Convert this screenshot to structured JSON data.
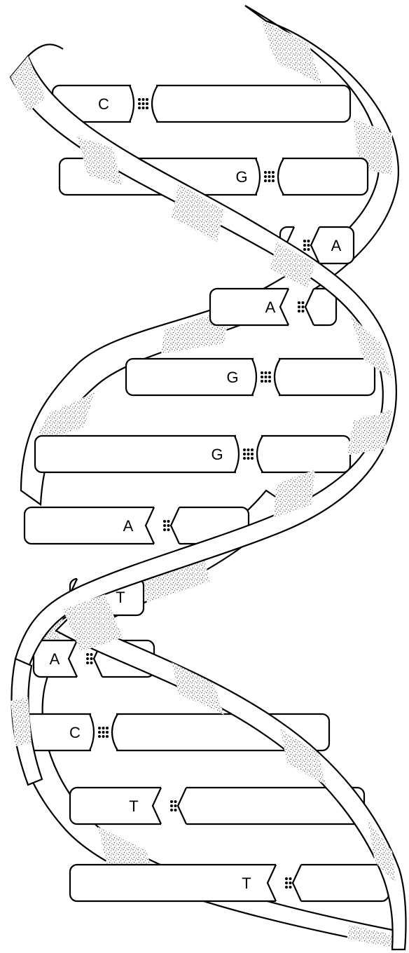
{
  "diagram": {
    "ink_color": "#000000",
    "paper_color": "#ffffff",
    "stipple_color": "#6a6a6a",
    "pairs": [
      {
        "left": "C",
        "right": "",
        "bond": "triple"
      },
      {
        "left": "G",
        "right": "",
        "bond": "triple"
      },
      {
        "left": "",
        "right": "A",
        "bond": "double"
      },
      {
        "left": "A",
        "right": "",
        "bond": "double"
      },
      {
        "left": "G",
        "right": "",
        "bond": "triple"
      },
      {
        "left": "G",
        "right": "",
        "bond": "triple"
      },
      {
        "left": "A",
        "right": "",
        "bond": "double"
      },
      {
        "left": "",
        "right": "T",
        "bond": "double"
      },
      {
        "left": "A",
        "right": "",
        "bond": "double"
      },
      {
        "left": "C",
        "right": "",
        "bond": "triple"
      },
      {
        "left": "T",
        "right": "",
        "bond": "double"
      },
      {
        "left": "T",
        "right": "",
        "bond": "double"
      }
    ]
  }
}
